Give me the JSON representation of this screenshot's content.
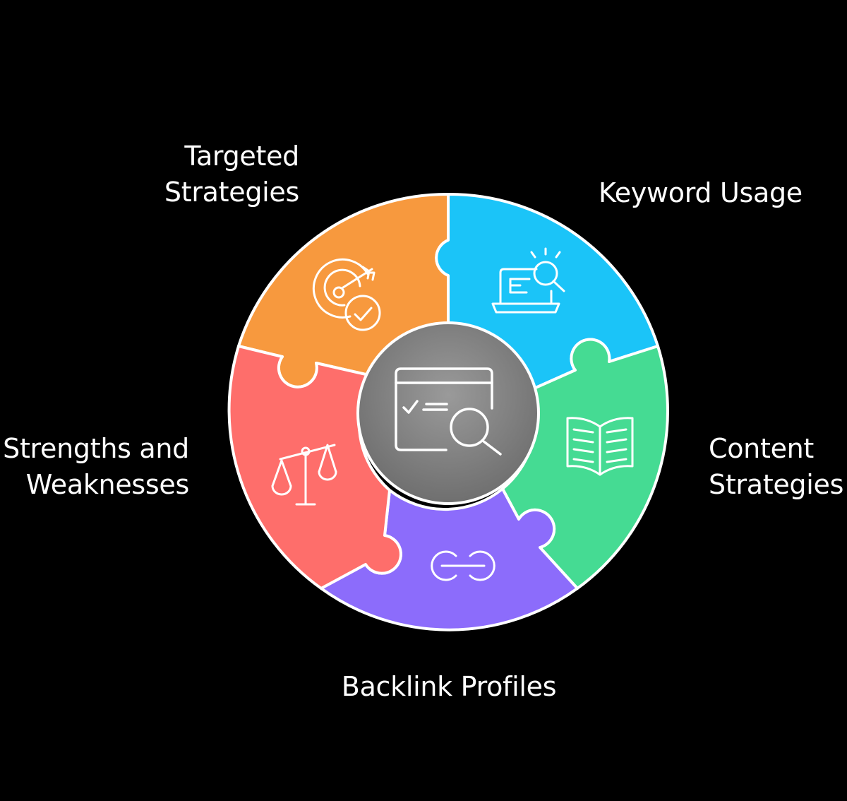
{
  "segments": [
    {
      "id": "targeted",
      "lines": [
        "Targeted",
        "Strategies"
      ],
      "color": "#F7993E",
      "icon": "target-check-icon"
    },
    {
      "id": "keyword",
      "lines": [
        "Keyword Usage"
      ],
      "color": "#1BC4F8",
      "icon": "laptop-search-icon"
    },
    {
      "id": "content",
      "lines": [
        "Content",
        "Strategies"
      ],
      "color": "#45DB93",
      "icon": "open-book-icon"
    },
    {
      "id": "backlink",
      "lines": [
        "Backlink Profiles"
      ],
      "color": "#8C6CFB",
      "icon": "link-icon"
    },
    {
      "id": "strengths",
      "lines": [
        "Strengths and",
        "Weaknesses"
      ],
      "color": "#FE6E6B",
      "icon": "balance-scale-icon"
    }
  ],
  "center": {
    "icon": "browser-search-icon",
    "color": "#808080"
  }
}
